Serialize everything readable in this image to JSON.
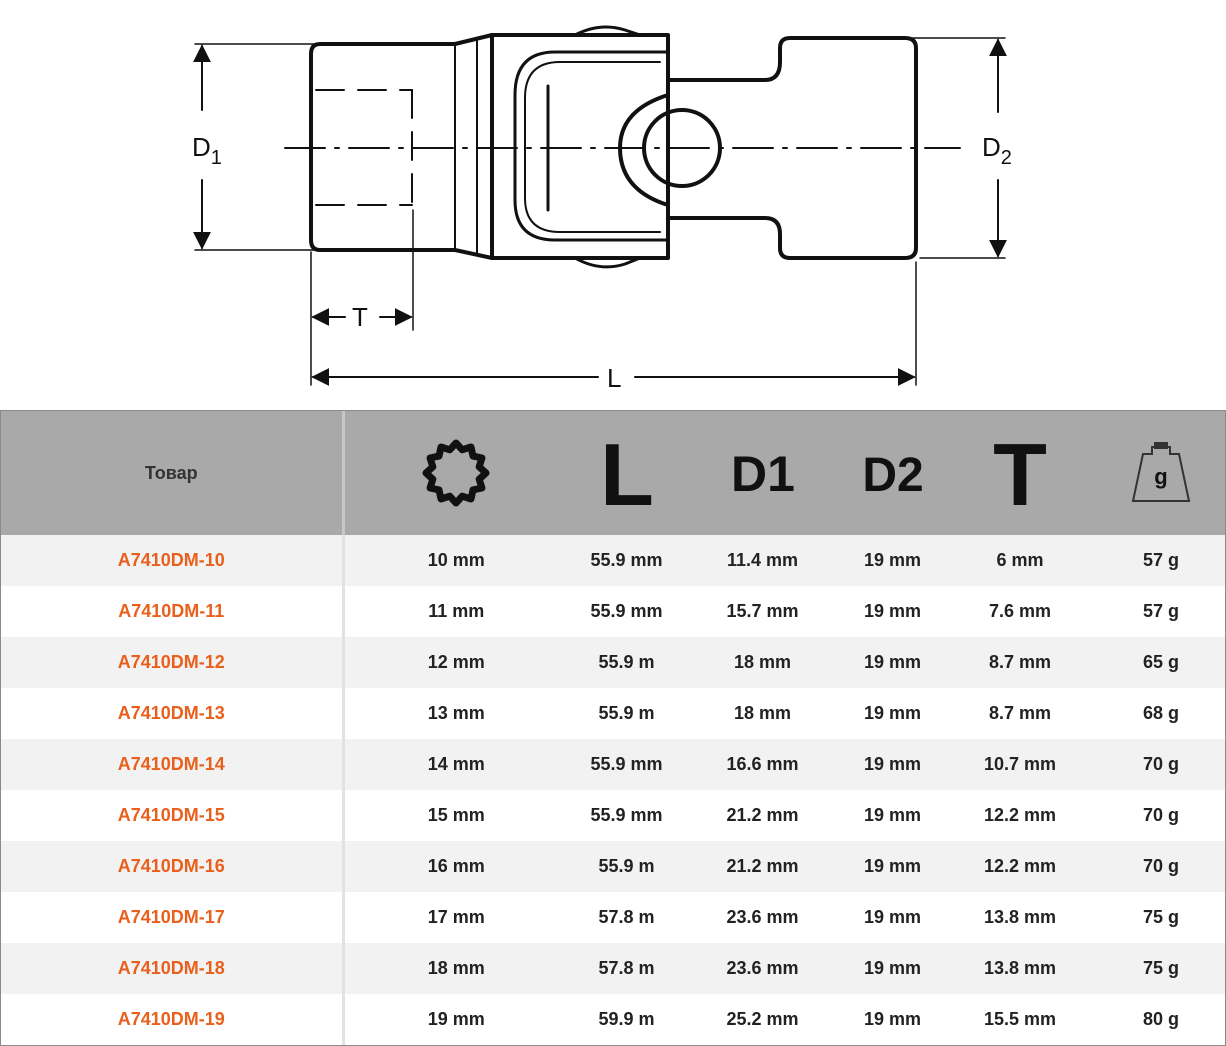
{
  "diagram": {
    "labels": {
      "d1": "D",
      "d1_sub": "1",
      "d2": "D",
      "d2_sub": "2",
      "t": "T",
      "l": "L"
    }
  },
  "table": {
    "header": {
      "product": "Товар",
      "length": "L",
      "d1": "D1",
      "d2": "D2",
      "t": "T",
      "weight_unit": "g"
    },
    "header_icons": [
      "twelve-point-socket-icon",
      "letter-l-icon",
      "d1-icon",
      "d2-icon",
      "letter-t-icon",
      "weight-icon"
    ],
    "rows": [
      {
        "product": "A7410DM-10",
        "size": "10 mm",
        "length": "55.9 mm",
        "d1": "11.4 mm",
        "d2": "19 mm",
        "t": "6 mm",
        "weight": "57 g"
      },
      {
        "product": "A7410DM-11",
        "size": "11 mm",
        "length": "55.9 mm",
        "d1": "15.7 mm",
        "d2": "19 mm",
        "t": "7.6 mm",
        "weight": "57 g"
      },
      {
        "product": "A7410DM-12",
        "size": "12 mm",
        "length": "55.9 m",
        "d1": "18 mm",
        "d2": "19 mm",
        "t": "8.7 mm",
        "weight": "65 g"
      },
      {
        "product": "A7410DM-13",
        "size": "13 mm",
        "length": "55.9 m",
        "d1": "18 mm",
        "d2": "19 mm",
        "t": "8.7 mm",
        "weight": "68 g"
      },
      {
        "product": "A7410DM-14",
        "size": "14 mm",
        "length": "55.9 mm",
        "d1": "16.6 mm",
        "d2": "19 mm",
        "t": "10.7 mm",
        "weight": "70 g"
      },
      {
        "product": "A7410DM-15",
        "size": "15 mm",
        "length": "55.9 mm",
        "d1": "21.2 mm",
        "d2": "19 mm",
        "t": "12.2 mm",
        "weight": "70 g"
      },
      {
        "product": "A7410DM-16",
        "size": "16 mm",
        "length": "55.9 m",
        "d1": "21.2 mm",
        "d2": "19 mm",
        "t": "12.2 mm",
        "weight": "70 g"
      },
      {
        "product": "A7410DM-17",
        "size": "17 mm",
        "length": "57.8 m",
        "d1": "23.6 mm",
        "d2": "19 mm",
        "t": "13.8 mm",
        "weight": "75 g"
      },
      {
        "product": "A7410DM-18",
        "size": "18 mm",
        "length": "57.8 m",
        "d1": "23.6 mm",
        "d2": "19 mm",
        "t": "13.8 mm",
        "weight": "75 g"
      },
      {
        "product": "A7410DM-19",
        "size": "19 mm",
        "length": "59.9 m",
        "d1": "25.2 mm",
        "d2": "19 mm",
        "t": "15.5 mm",
        "weight": "80 g"
      }
    ]
  },
  "colors": {
    "product_code": "#e8601c",
    "header_bg": "#a9a9a9",
    "row_alt_bg": "#f2f2f2"
  }
}
